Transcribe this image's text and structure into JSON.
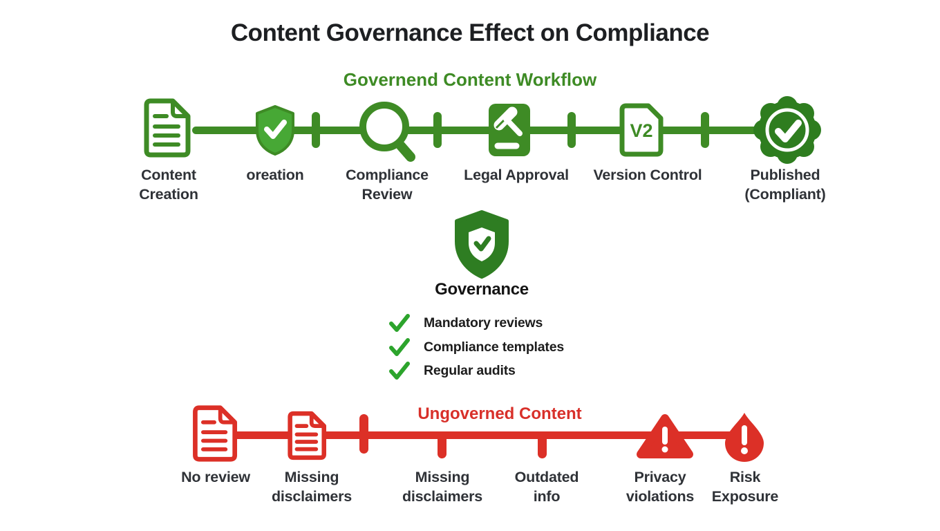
{
  "title": "Content Governance Effect on Compliance",
  "colors": {
    "green_line": "#3e8b25",
    "green_bright": "#47a835",
    "green_dark": "#2e7d1f",
    "green_check": "#2ca42c",
    "red": "#dc3027",
    "title_text": "#1d1f22",
    "label_text": "#2f3237"
  },
  "governed": {
    "heading": "Governend Content Workflow",
    "steps": [
      {
        "label": "Content Creation",
        "icon": "document-icon"
      },
      {
        "label": "oreation",
        "icon": "shield-check-icon"
      },
      {
        "label": "Compliance Review",
        "icon": "magnifier-icon"
      },
      {
        "label": "Legal Approval",
        "icon": "gavel-icon"
      },
      {
        "label": "Version Control",
        "icon": "version-document-icon",
        "badge_text": "V2"
      },
      {
        "label": "Published (Compliant)",
        "icon": "ribbon-check-icon"
      }
    ]
  },
  "governance": {
    "label": "Governance",
    "icon": "governance-shield-icon",
    "items": [
      {
        "text": "Mandatory reviews",
        "icon": "checkmark-icon"
      },
      {
        "text": "Compliance templates",
        "icon": "checkmark-icon"
      },
      {
        "text": "Regular audits",
        "icon": "checkmark-icon"
      }
    ]
  },
  "ungoverned": {
    "heading": "Ungoverned Content",
    "steps": [
      {
        "label": "No review",
        "icon": "document-icon"
      },
      {
        "label": "Missing disclaimers",
        "icon": "document-icon"
      },
      {
        "label": "Missing disclaimers",
        "icon": "tick-marker"
      },
      {
        "label": "Outdated info",
        "icon": "tick-marker"
      },
      {
        "label": "Privacy violations",
        "icon": "warning-triangle-icon"
      },
      {
        "label": "Risk Exposure",
        "icon": "warning-drop-icon"
      }
    ]
  }
}
